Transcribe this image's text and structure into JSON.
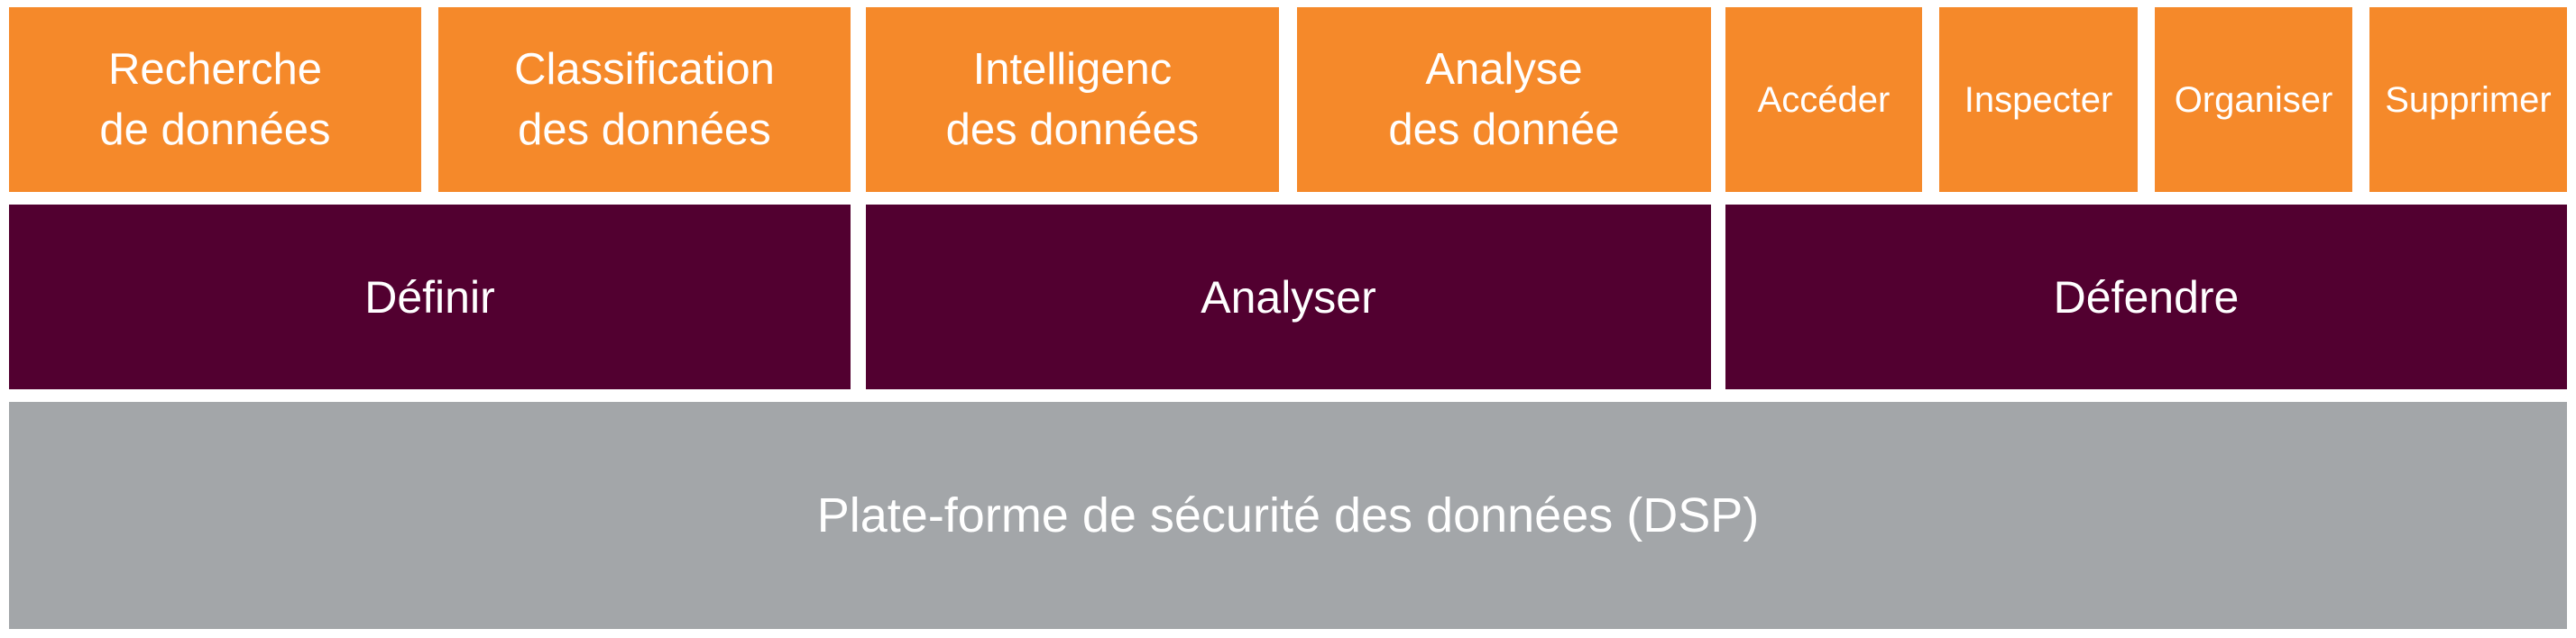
{
  "top_row": [
    {
      "label": "Recherche\nde données"
    },
    {
      "label": "Classification\ndes données"
    },
    {
      "label": "Intelligenc\ndes données"
    },
    {
      "label": "Analyse\ndes donnée"
    },
    {
      "label": "Accéder"
    },
    {
      "label": "Inspecter"
    },
    {
      "label": "Organiser"
    },
    {
      "label": "Supprimer"
    }
  ],
  "middle_row": [
    {
      "label": "Définir"
    },
    {
      "label": "Analyser"
    },
    {
      "label": "Défendre"
    }
  ],
  "platform": {
    "label": "Plate-forme de sécurité des données (DSP)"
  },
  "colors": {
    "capability": "#F5892A",
    "phase": "#520030",
    "platform": "#A3A6A9",
    "text": "#FFFFFF"
  }
}
